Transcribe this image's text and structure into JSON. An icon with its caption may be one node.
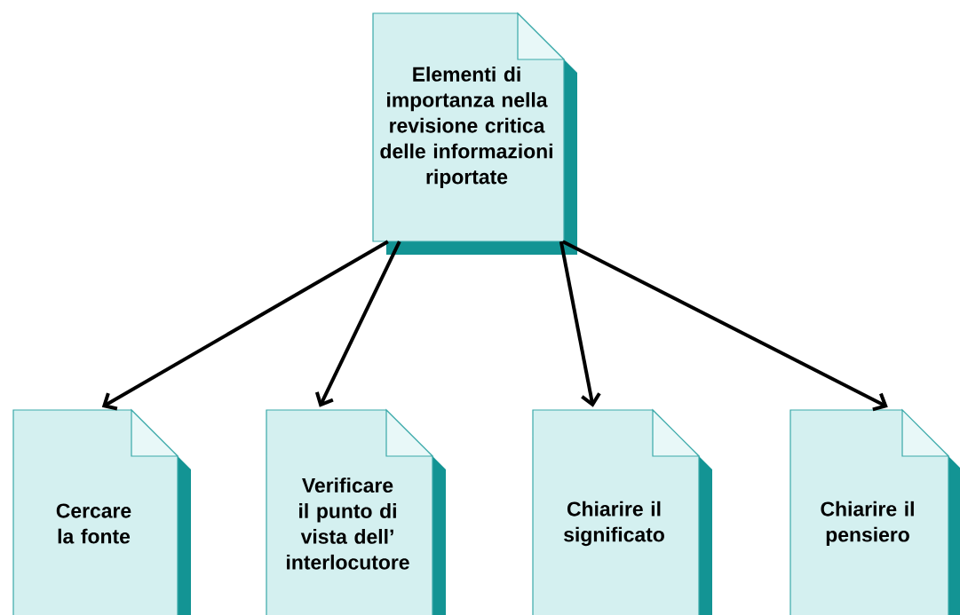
{
  "diagram": {
    "nodes": [
      {
        "text": [
          "Elementi di importanza nella revisione critica delle informazioni riportate"
        ]
      },
      {
        "text": [
          "Cercare la fonte"
        ]
      },
      {
        "text": [
          "Verificare il punto di vista dell’ interlocutore"
        ]
      },
      {
        "text": [
          "Chiarire il significato"
        ]
      },
      {
        "text": [
          "Chiarire il pensiero"
        ]
      }
    ],
    "edges": [
      {
        "from": 0,
        "to": 1,
        "arrow": "to"
      },
      {
        "from": 0,
        "to": 2,
        "arrow": "to"
      },
      {
        "from": 0,
        "to": 3,
        "arrow": "to"
      },
      {
        "from": 0,
        "to": 4,
        "arrow": "to"
      }
    ]
  }
}
